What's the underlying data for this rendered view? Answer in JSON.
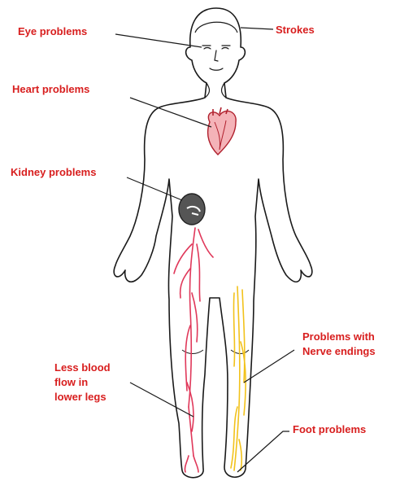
{
  "labels": {
    "eye": "Eye  problems",
    "strokes": "Strokes",
    "heart": "Heart problems",
    "kidney": "Kidney problems",
    "nerve_line1": "Problems with",
    "nerve_line2": "Nerve endings",
    "legs_line1": "Less blood",
    "legs_line2": "flow in",
    "legs_line3": "lower legs",
    "foot": "Foot problems"
  },
  "colors": {
    "label_text": "#d81e1e",
    "outline": "#1a1a1a",
    "arteries": "#e0385a",
    "nerves": "#f2c21b",
    "kidney": "#555555"
  }
}
